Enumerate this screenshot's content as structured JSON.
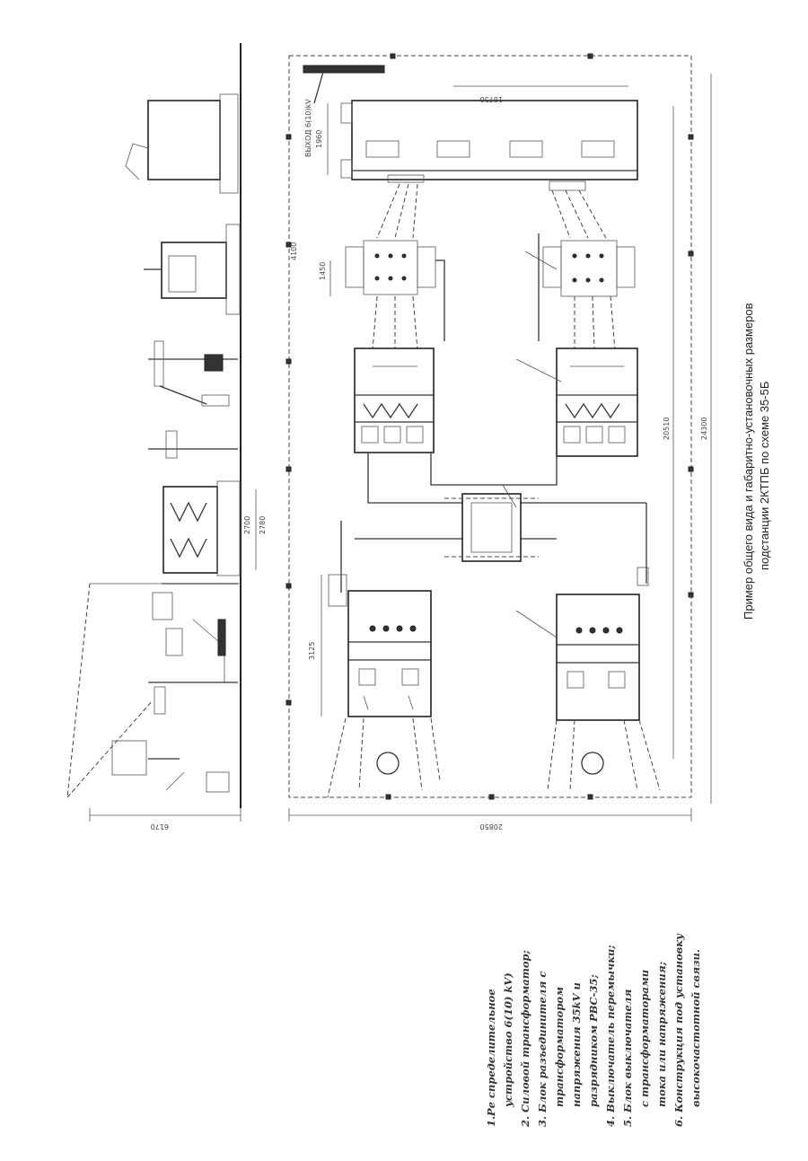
{
  "caption": {
    "line1": "Пример общего вида и габаритно-установочных размеров",
    "line2": "подстанции 2КТПБ по схеме 35-5Б"
  },
  "legend": [
    "1.Ре спределительное",
    "устройство 6(10) kV)",
    "2. Силовой трансформатор;",
    "3. Блок разъединителя с",
    "трансформатором",
    "напряжения 35kV и",
    "разрядником РВС-35;",
    "4. Выключатель перемычки;",
    "5. Блок выключателя",
    "с трансформаторами",
    "тока или напряжения;",
    "6. Конструкция под установку",
    "высокочастотной связи."
  ],
  "dimensions": {
    "d_side_height": "6170",
    "d_plan_width": "20850",
    "d_plan_length": "24300",
    "d_inner_length": "20510",
    "d_inner_top": "18750",
    "d_small_1": "2780",
    "d_small_2": "3125",
    "d_small_3": "1960",
    "d_small_4": "1450",
    "d_gap": "4100",
    "d_side_small": "2700"
  },
  "labels": {
    "entry_note": "ВЫХОД 6(10)kV"
  }
}
